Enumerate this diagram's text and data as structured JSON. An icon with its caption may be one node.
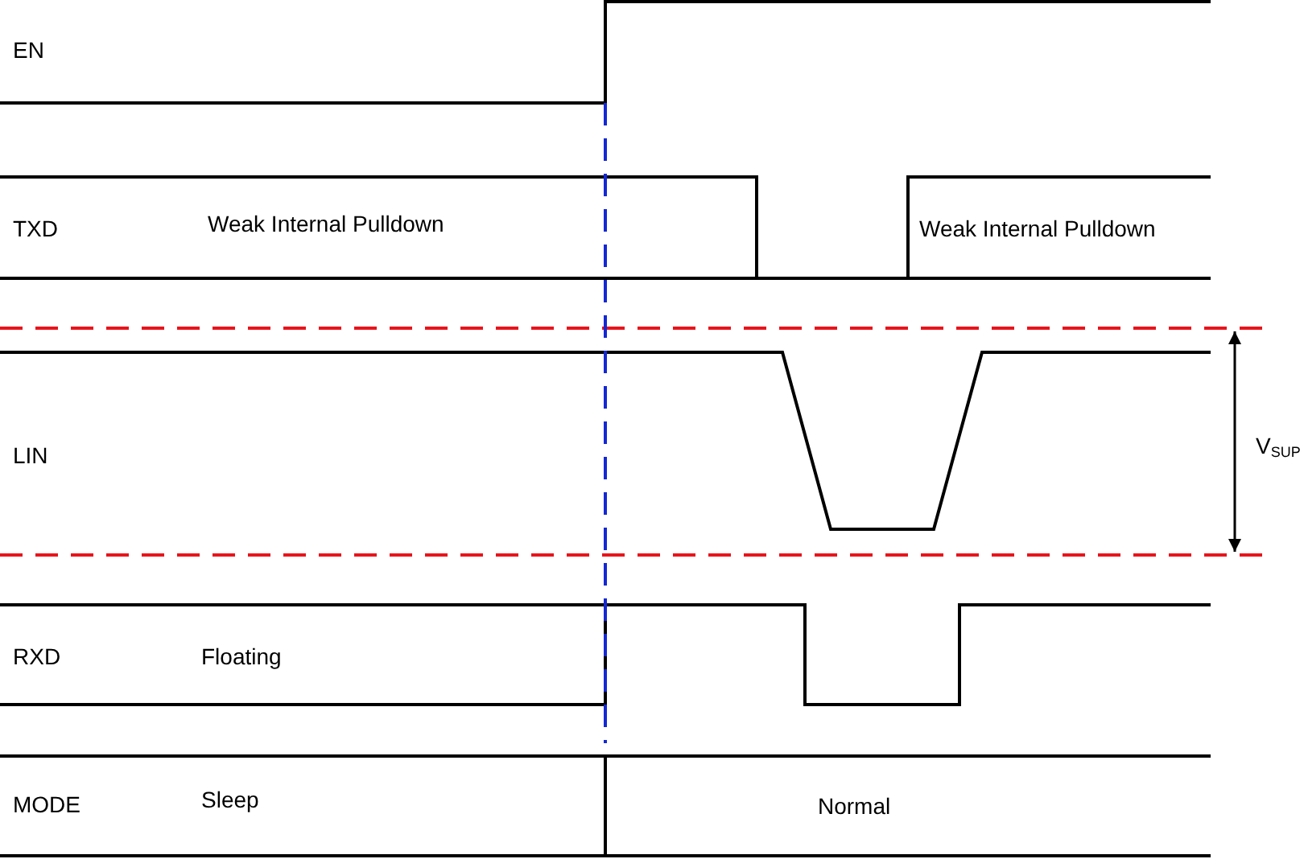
{
  "diagram": {
    "labels": [
      "EN",
      "TXD",
      "Weak Internal Pulldown",
      "Weak Internal Pulldown",
      "LIN",
      "V$_{SUP}$",
      "RXD",
      "Floating",
      "MODE",
      "Sleep",
      "Normal"
    ]
  }
}
